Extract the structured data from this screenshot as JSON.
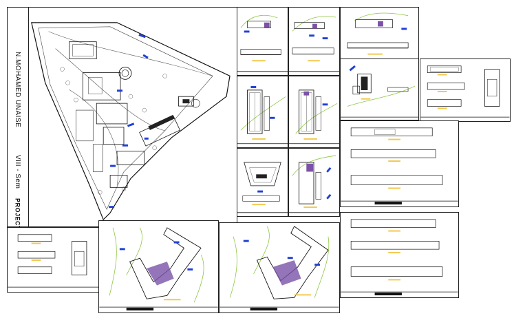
{
  "title_block": {
    "student_name": "N.MOHAMED UNAISE",
    "semester": "VIII - Sem",
    "project_label": "PROJECT"
  },
  "colors": {
    "line": "#111111",
    "tree_green": "#8dc63f",
    "blue_marker": "#1f3fd6",
    "purple_fill": "#7b52a8",
    "title_bar_yellow": "#f2c94c"
  },
  "sheets": [
    {
      "id": "site-plan",
      "content": "site layout"
    },
    {
      "id": "elevation-1",
      "content": "elevations"
    },
    {
      "id": "elevation-2",
      "content": "elevations"
    },
    {
      "id": "elevation-3",
      "content": "elevations"
    },
    {
      "id": "floor-plan-1",
      "content": "floor plan"
    },
    {
      "id": "floor-plan-2",
      "content": "floor plan"
    },
    {
      "id": "block-plan",
      "content": "plan"
    },
    {
      "id": "section-detail",
      "content": "sections"
    },
    {
      "id": "long-elevations-1",
      "content": "long elevations"
    },
    {
      "id": "perspective-plan",
      "content": "plan"
    },
    {
      "id": "roof-plan",
      "content": "plan"
    },
    {
      "id": "long-elevations-2",
      "content": "long elevations"
    },
    {
      "id": "small-elevation",
      "content": "elevations"
    },
    {
      "id": "ground-plan-1",
      "content": "ground plan"
    },
    {
      "id": "ground-plan-2",
      "content": "ground plan"
    }
  ]
}
